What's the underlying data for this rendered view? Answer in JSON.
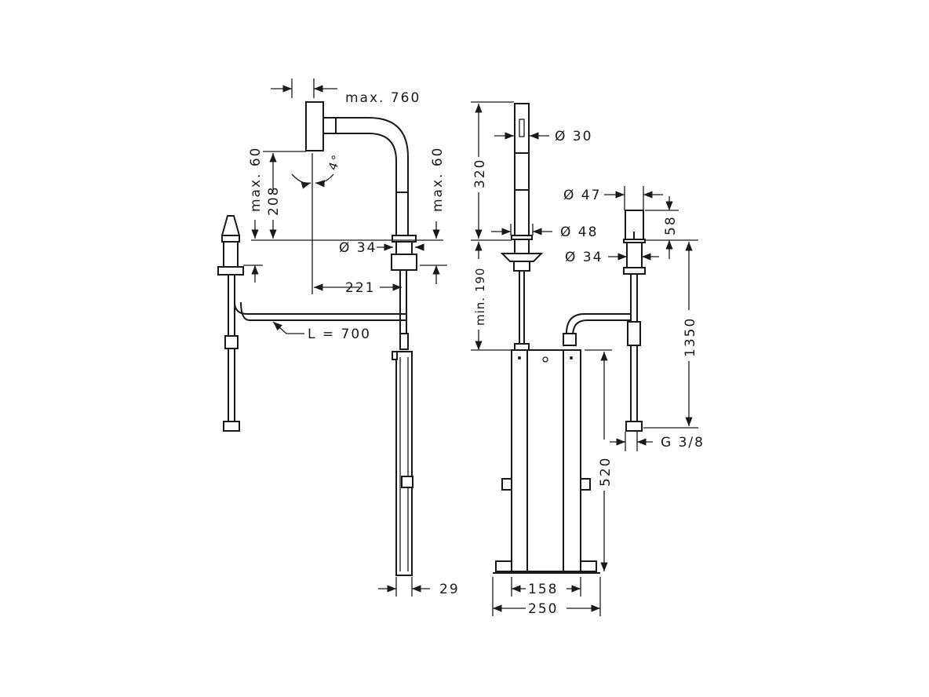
{
  "colors": {
    "line": "#1a1a1a",
    "background": "#ffffff"
  },
  "side_view": {
    "max_reach": "max. 760",
    "max_height_left": "max. 60",
    "height_208": "208",
    "angle": "4°",
    "diameter_base": "Ø 34",
    "offset_221": "221",
    "hose_length": "L = 700",
    "rail_width": "29",
    "max_height_right": "max. 60"
  },
  "front_view": {
    "spout_diameter": "Ø 30",
    "spout_height": "320",
    "base_diameter": "Ø 48",
    "min_depth": "min. 190",
    "box_height": "520",
    "box_inner_width": "158",
    "box_outer_width": "250"
  },
  "dispenser_view": {
    "head_diameter": "Ø 47",
    "head_height": "58",
    "body_diameter": "Ø 34",
    "total_length": "1350",
    "connection": "G 3/8"
  }
}
